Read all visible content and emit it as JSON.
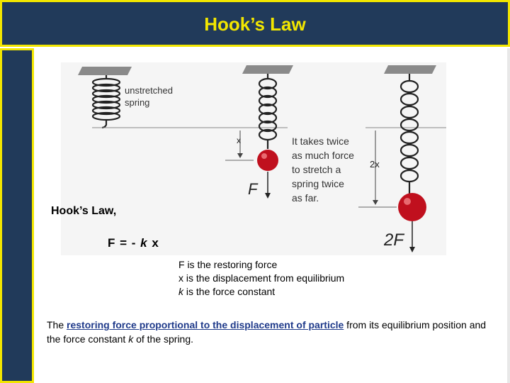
{
  "slide": {
    "title": "Hook’s Law"
  },
  "diagram": {
    "unstretched_label_line1": "unstretched",
    "unstretched_label_line2": "spring",
    "x_label": "x",
    "two_x_label": "2x",
    "force_label": "F",
    "double_force_label": "2F",
    "note_lines": [
      "It takes twice",
      "as much force",
      "to stretch a",
      "spring twice",
      "as far."
    ]
  },
  "body": {
    "law_label": "Hook’s Law,",
    "formula": {
      "prefix": "F = - ",
      "k": "k",
      "suffix": " x"
    },
    "definitions": {
      "line1": "F is the restoring force",
      "line2": "x is the displacement from equilibrium",
      "line3_var": "k",
      "line3_rest": " is the force constant"
    },
    "paragraph": {
      "prefix": "The ",
      "link": "restoring force proportional to the displacement of particle",
      "middle": " from its equilibrium position and the force constant ",
      "k": "k",
      "suffix": " of the spring."
    }
  },
  "colors": {
    "title_bg": "#213a5a",
    "title_text": "#f2e600",
    "ball": "#c0101e",
    "link": "#1f3a8a"
  }
}
